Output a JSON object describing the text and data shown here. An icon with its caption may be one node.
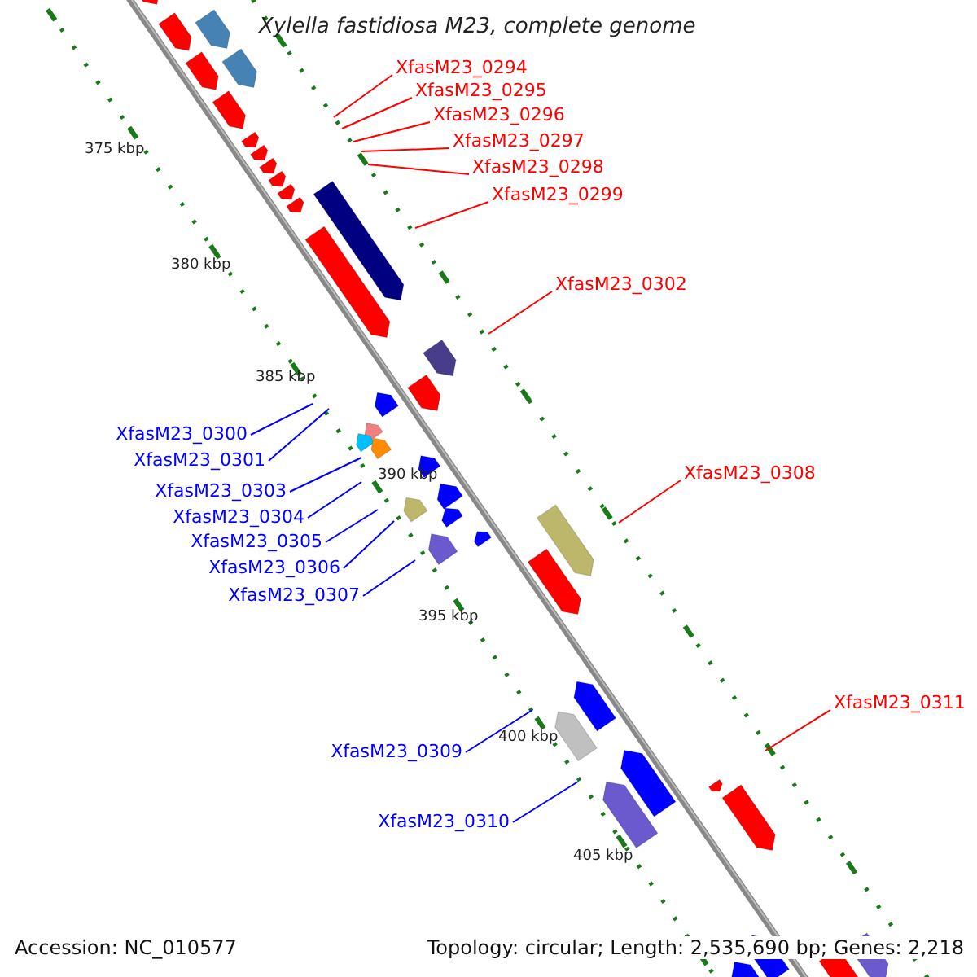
{
  "diagram": {
    "title": "Xylella fastidiosa M23, complete genome",
    "nodes": [
      {
        "text": [
          "XfasM23_0294"
        ]
      },
      {
        "text": [
          "XfasM23_0295"
        ]
      },
      {
        "text": [
          "XfasM23_0296"
        ]
      },
      {
        "text": [
          "XfasM23_0297"
        ]
      },
      {
        "text": [
          "XfasM23_0298"
        ]
      },
      {
        "text": [
          "XfasM23_0299"
        ]
      },
      {
        "text": [
          "XfasM23_0302"
        ]
      },
      {
        "text": [
          "XfasM23_0300"
        ]
      },
      {
        "text": [
          "XfasM23_0301"
        ]
      },
      {
        "text": [
          "XfasM23_0308"
        ]
      },
      {
        "text": [
          "XfasM23_0303"
        ]
      },
      {
        "text": [
          "XfasM23_0304"
        ]
      },
      {
        "text": [
          "XfasM23_0305"
        ]
      },
      {
        "text": [
          "XfasM23_0306"
        ]
      },
      {
        "text": [
          "XfasM23_0307"
        ]
      },
      {
        "text": [
          "XfasM23_0311"
        ]
      },
      {
        "text": [
          "XfasM23_0309"
        ]
      },
      {
        "text": [
          "XfasM23_0310"
        ]
      }
    ],
    "edges": [
      {
        "from": 0,
        "to": null,
        "arrow": "none",
        "color": "#ff0000"
      },
      {
        "from": 1,
        "to": null,
        "arrow": "none",
        "color": "#ff0000"
      },
      {
        "from": 2,
        "to": null,
        "arrow": "none",
        "color": "#ff0000"
      },
      {
        "from": 3,
        "to": null,
        "arrow": "none",
        "color": "#ff0000"
      },
      {
        "from": 4,
        "to": null,
        "arrow": "none",
        "color": "#ff0000"
      },
      {
        "from": 5,
        "to": null,
        "arrow": "none",
        "color": "#ff0000"
      },
      {
        "from": 6,
        "to": null,
        "arrow": "none",
        "color": "#ff0000"
      },
      {
        "from": 7,
        "to": null,
        "arrow": "none",
        "color": "#0000ff"
      },
      {
        "from": 8,
        "to": null,
        "arrow": "none",
        "color": "#0000ff"
      },
      {
        "from": 9,
        "to": null,
        "arrow": "none",
        "color": "#ff0000"
      },
      {
        "from": 10,
        "to": null,
        "arrow": "none",
        "color": "#0000ff"
      },
      {
        "from": 11,
        "to": null,
        "arrow": "none",
        "color": "#0000ff"
      },
      {
        "from": 12,
        "to": null,
        "arrow": "none",
        "color": "#0000ff"
      },
      {
        "from": 13,
        "to": null,
        "arrow": "none",
        "color": "#0000ff"
      },
      {
        "from": 14,
        "to": null,
        "arrow": "none",
        "color": "#0000ff"
      },
      {
        "from": 15,
        "to": null,
        "arrow": "none",
        "color": "#ff0000"
      },
      {
        "from": 16,
        "to": null,
        "arrow": "none",
        "color": "#0000ff"
      },
      {
        "from": 17,
        "to": null,
        "arrow": "none",
        "color": "#0000ff"
      }
    ],
    "labels": [
      "375 kbp",
      "380 kbp",
      "385 kbp",
      "390 kbp",
      "395 kbp",
      "400 kbp",
      "405 kbp",
      "Accession: NC_010577",
      "Topology: circular; Length: 2,535,690 bp; Genes: 2,218"
    ]
  }
}
